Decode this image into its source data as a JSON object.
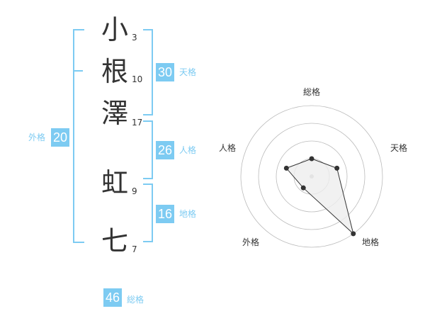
{
  "name": {
    "chars": [
      {
        "char": "小",
        "strokes": "3"
      },
      {
        "char": "根",
        "strokes": "10"
      },
      {
        "char": "澤",
        "strokes": "17"
      },
      {
        "char": "虹",
        "strokes": "9"
      },
      {
        "char": "七",
        "strokes": "7"
      }
    ]
  },
  "fortune": {
    "tenkaku": {
      "value": "30",
      "label": "天格"
    },
    "jinkaku": {
      "value": "26",
      "label": "人格"
    },
    "chikaku": {
      "value": "16",
      "label": "地格"
    },
    "gaikaku": {
      "value": "20",
      "label": "外格"
    },
    "soukaku": {
      "value": "46",
      "label": "総格"
    }
  },
  "chart_data": {
    "type": "radar",
    "axes": [
      "総格",
      "天格",
      "地格",
      "外格",
      "人格"
    ],
    "values": [
      1,
      1.5,
      4,
      0.8,
      1.5
    ],
    "range": [
      0,
      4
    ],
    "rings": 4,
    "colors": {
      "fill": "#eeeeee",
      "line": "#333333",
      "grid": "#bbbbbb",
      "center": "#bbbbbb"
    }
  },
  "colors": {
    "accent": "#7dcbf2",
    "text": "#333333"
  }
}
